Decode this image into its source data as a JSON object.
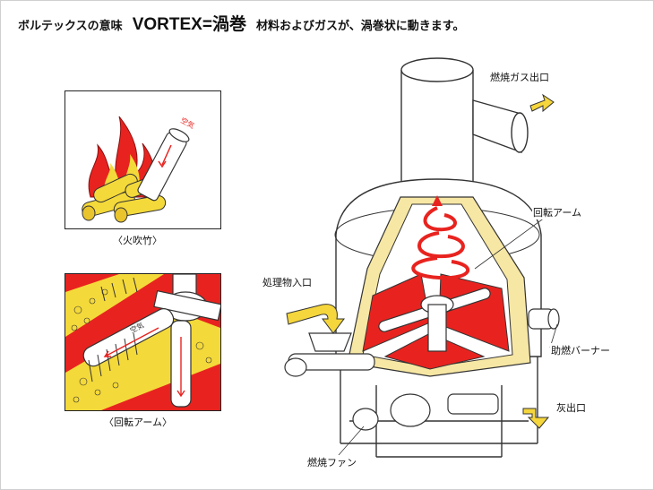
{
  "header": {
    "lead": "ボルテックスの意味",
    "main": "VORTEX=渦巻",
    "tail": "材料およびガスが、渦巻状に動きます。"
  },
  "insets": {
    "top": {
      "caption": "〈火吹竹〉",
      "tube_text": "空気"
    },
    "bottom": {
      "caption": "〈回転アーム〉",
      "tube_text": "空気"
    }
  },
  "labels": {
    "gas_outlet": "燃焼ガス出口",
    "rotating_arm": "回転アーム",
    "material_inlet": "処理物入口",
    "aux_burner": "助燃バーナー",
    "ash_outlet": "灰出口",
    "combustion_fan": "燃焼ファン"
  },
  "colors": {
    "flame_red": "#e8231f",
    "flame_yellow": "#f4d93a",
    "arrow_yellow": "#f5d63c",
    "outline": "#333333"
  }
}
